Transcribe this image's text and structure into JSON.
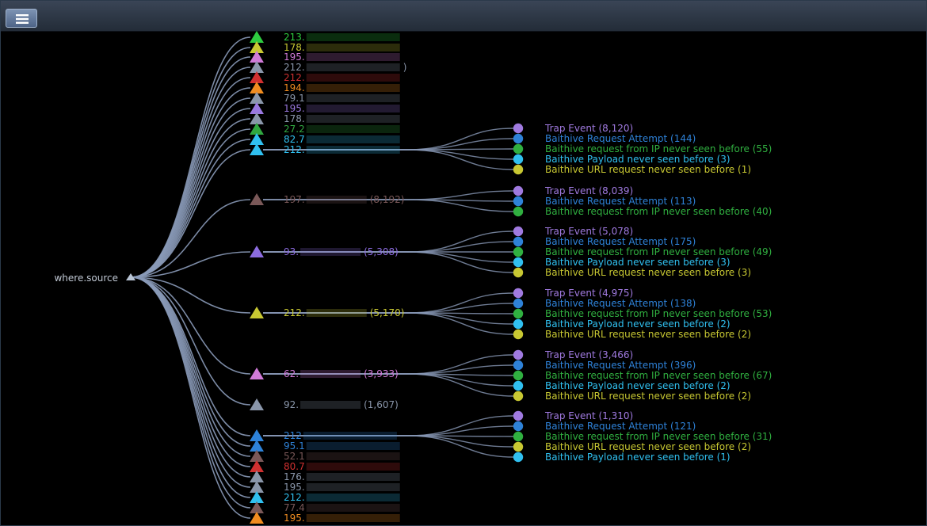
{
  "toolbar": {
    "menu_icon": "hamburger-menu-icon"
  },
  "graph": {
    "root_label": "where.source",
    "edge_color": "#8a9ab8",
    "sources": [
      {
        "label": "213.",
        "count": "",
        "color": "#2ecc40",
        "shape": "triangle"
      },
      {
        "label": "178.",
        "count": "",
        "color": "#c8c832",
        "shape": "triangle"
      },
      {
        "label": "195.",
        "count": "",
        "color": "#d07ad8",
        "shape": "triangle"
      },
      {
        "label": "212.",
        "count": ")",
        "color": "#8a96aa",
        "shape": "triangle"
      },
      {
        "label": "212.",
        "count": "",
        "color": "#d03030",
        "shape": "triangle"
      },
      {
        "label": "194.",
        "count": "",
        "color": "#f08c20",
        "shape": "triangle"
      },
      {
        "label": "79.1",
        "count": "",
        "color": "#8a96aa",
        "shape": "triangle"
      },
      {
        "label": "195.",
        "count": "",
        "color": "#9a78e0",
        "shape": "triangle"
      },
      {
        "label": "178.",
        "count": "",
        "color": "#8a96aa",
        "shape": "triangle"
      },
      {
        "label": "27.2",
        "count": "",
        "color": "#30a840",
        "shape": "triangle"
      },
      {
        "label": "82.7",
        "count": "",
        "color": "#30c0f0",
        "shape": "triangle"
      },
      {
        "label": "212.",
        "count": "",
        "color": "#30c0f0",
        "shape": "triangle"
      },
      {
        "label": "197.",
        "count": "(8,192)",
        "color": "#7a5858",
        "shape": "triangle"
      },
      {
        "label": "93.",
        "count": "(5,308)",
        "color": "#8c6ce0",
        "shape": "triangle"
      },
      {
        "label": "212.",
        "count": "(5,170)",
        "color": "#c8c832",
        "shape": "triangle"
      },
      {
        "label": "62.",
        "count": "(3,933)",
        "color": "#d07ad8",
        "shape": "triangle"
      },
      {
        "label": "92.",
        "count": "(1,607)",
        "color": "#8a96aa",
        "shape": "triangle"
      },
      {
        "label": "212",
        "count": "",
        "color": "#2e82d8",
        "shape": "triangle"
      },
      {
        "label": "95.1",
        "count": "",
        "color": "#2e82d8",
        "shape": "triangle"
      },
      {
        "label": "52.1",
        "count": "",
        "color": "#7a5858",
        "shape": "triangle"
      },
      {
        "label": "80.7",
        "count": "",
        "color": "#d03030",
        "shape": "triangle"
      },
      {
        "label": "176.",
        "count": "",
        "color": "#8a96aa",
        "shape": "triangle"
      },
      {
        "label": "195.",
        "count": "",
        "color": "#8a96aa",
        "shape": "triangle"
      },
      {
        "label": "212.",
        "count": "",
        "color": "#30c0f0",
        "shape": "triangle"
      },
      {
        "label": "77.4",
        "count": "",
        "color": "#7a5858",
        "shape": "triangle"
      },
      {
        "label": "195.",
        "count": "",
        "color": "#f08c20",
        "shape": "triangle"
      }
    ],
    "event_groups": [
      {
        "source": 11,
        "events": [
          {
            "label": "Trap Event (8,120)",
            "color": "#a07ae0"
          },
          {
            "label": "Baithive Request Attempt (144)",
            "color": "#2e82d8"
          },
          {
            "label": "Baithive request from IP never seen before (55)",
            "color": "#30b040"
          },
          {
            "label": "Baithive Payload never seen before (3)",
            "color": "#30c0f0"
          },
          {
            "label": "Baithive URL request never seen before (1)",
            "color": "#c8c832"
          }
        ]
      },
      {
        "source": 12,
        "events": [
          {
            "label": "Trap Event (8,039)",
            "color": "#a07ae0"
          },
          {
            "label": "Baithive Request Attempt (113)",
            "color": "#2e82d8"
          },
          {
            "label": "Baithive request from IP never seen before (40)",
            "color": "#30b040"
          }
        ]
      },
      {
        "source": 13,
        "events": [
          {
            "label": "Trap Event (5,078)",
            "color": "#a07ae0"
          },
          {
            "label": "Baithive Request Attempt (175)",
            "color": "#2e82d8"
          },
          {
            "label": "Baithive request from IP never seen before (49)",
            "color": "#30b040"
          },
          {
            "label": "Baithive Payload never seen before (3)",
            "color": "#30c0f0"
          },
          {
            "label": "Baithive URL request never seen before (3)",
            "color": "#c8c832"
          }
        ]
      },
      {
        "source": 14,
        "events": [
          {
            "label": "Trap Event (4,975)",
            "color": "#a07ae0"
          },
          {
            "label": "Baithive Request Attempt (138)",
            "color": "#2e82d8"
          },
          {
            "label": "Baithive request from IP never seen before (53)",
            "color": "#30b040"
          },
          {
            "label": "Baithive Payload never seen before (2)",
            "color": "#30c0f0"
          },
          {
            "label": "Baithive URL request never seen before (2)",
            "color": "#c8c832"
          }
        ]
      },
      {
        "source": 15,
        "events": [
          {
            "label": "Trap Event (3,466)",
            "color": "#a07ae0"
          },
          {
            "label": "Baithive Request Attempt (396)",
            "color": "#2e82d8"
          },
          {
            "label": "Baithive request from IP never seen before (67)",
            "color": "#30b040"
          },
          {
            "label": "Baithive Payload never seen before (2)",
            "color": "#30c0f0"
          },
          {
            "label": "Baithive URL request never seen before (2)",
            "color": "#c8c832"
          }
        ]
      },
      {
        "source": 17,
        "events": [
          {
            "label": "Trap Event (1,310)",
            "color": "#a07ae0"
          },
          {
            "label": "Baithive Request Attempt (121)",
            "color": "#2e82d8"
          },
          {
            "label": "Baithive request from IP never seen before (31)",
            "color": "#30b040"
          },
          {
            "label": "Baithive URL request never seen before (2)",
            "color": "#c8c832"
          },
          {
            "label": "Baithive Payload never seen before (1)",
            "color": "#30c0f0"
          }
        ]
      }
    ]
  }
}
